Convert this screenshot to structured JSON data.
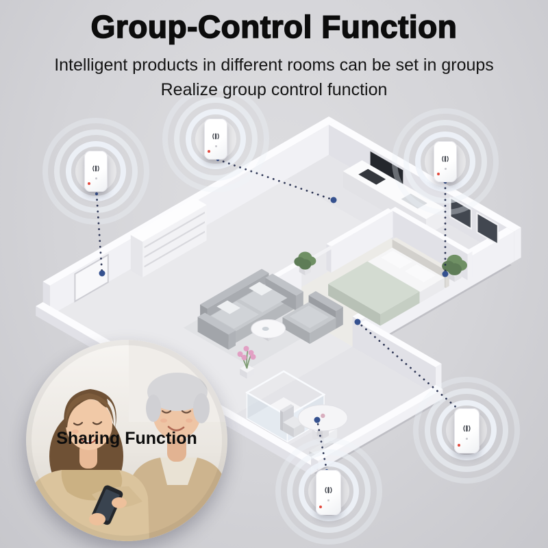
{
  "header": {
    "title": "Group-Control Function",
    "subtitle_line1": "Intelligent products in different rooms can be set in groups",
    "subtitle_line2": "Realize group control function"
  },
  "photo": {
    "caption": "Sharing Function"
  },
  "sensors": {
    "count": 5,
    "device": "smart-sensor",
    "icon": "sound-wave-icon"
  },
  "colors": {
    "background": "#d4d4d8",
    "title_text": "#0c0c0c",
    "ripple": "#edf3f9",
    "dotted_line": "#20294a",
    "endpoint_dot": "#35518f",
    "device_led": "#e2493d"
  }
}
